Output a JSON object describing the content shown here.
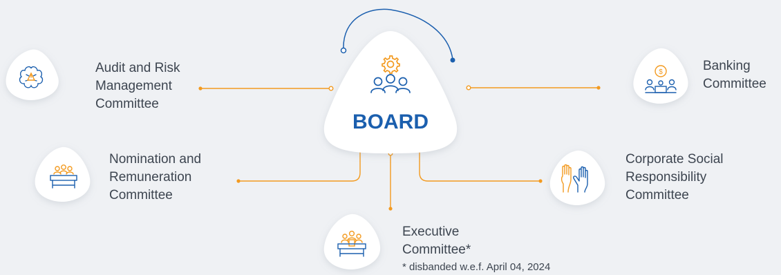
{
  "board": {
    "title": "BOARD",
    "icon": "board-people-gear-icon"
  },
  "committees": [
    {
      "id": "audit",
      "lines": [
        "Audit and Risk",
        "Management",
        "Committee"
      ],
      "icon": "brain-warning-icon"
    },
    {
      "id": "banking",
      "lines": [
        "Banking",
        "Committee"
      ],
      "icon": "bank-money-meeting-icon"
    },
    {
      "id": "nomination",
      "lines": [
        "Nomination and",
        "Remuneration",
        "Committee"
      ],
      "icon": "panel-people-icon"
    },
    {
      "id": "csr",
      "lines": [
        "Corporate Social",
        "Responsibility",
        "Committee"
      ],
      "icon": "raised-hands-icon"
    },
    {
      "id": "executive",
      "lines": [
        "Executive",
        "Committee*"
      ],
      "icon": "executive-podium-icon"
    }
  ],
  "footnote": "* disbanded w.e.f. April 04, 2024",
  "colors": {
    "background": "#eff1f4",
    "accent_orange": "#f39a1f",
    "brand_blue": "#1b5fae",
    "text": "#3d4550",
    "card": "#ffffff"
  }
}
